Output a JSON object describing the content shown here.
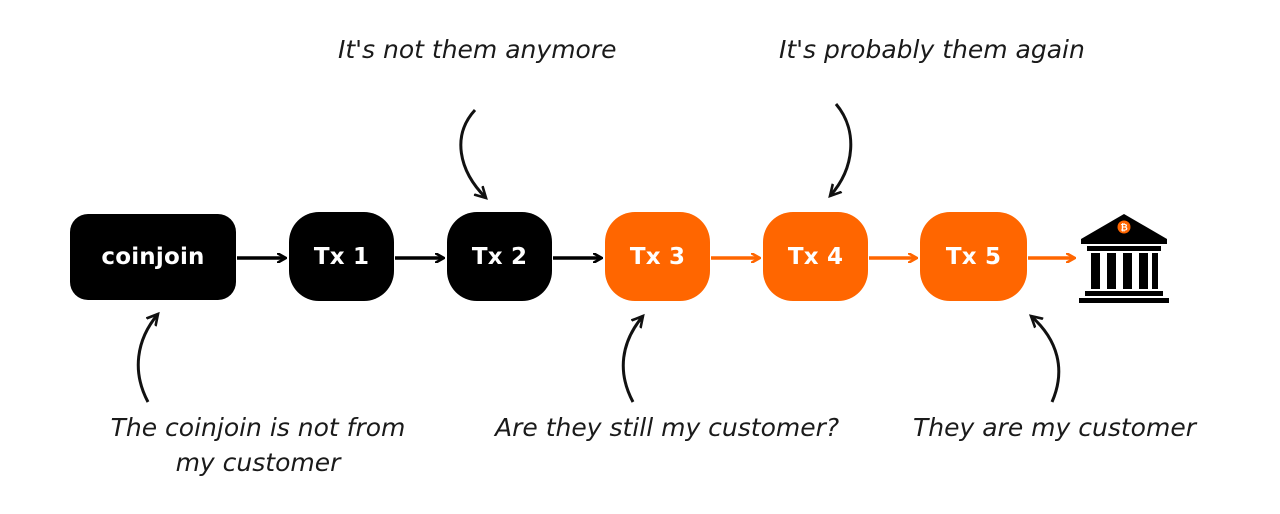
{
  "nodes": {
    "coinjoin": "coinjoin",
    "tx1": "Tx 1",
    "tx2": "Tx 2",
    "tx3": "Tx 3",
    "tx4": "Tx 4",
    "tx5": "Tx 5"
  },
  "captions": {
    "tx2_top": "It's not them anymore",
    "tx4_top": "It's probably them again",
    "coinjoin_bottom": "The coinjoin is not from my customer",
    "tx3_bottom": "Are they still my customer?",
    "tx5_bottom": "They are my customer"
  },
  "colors": {
    "black_node": "#000000",
    "orange_node": "#ff6600",
    "text": "#1a1a1a"
  },
  "icons": {
    "bank": "bank-with-bitcoin-icon"
  }
}
